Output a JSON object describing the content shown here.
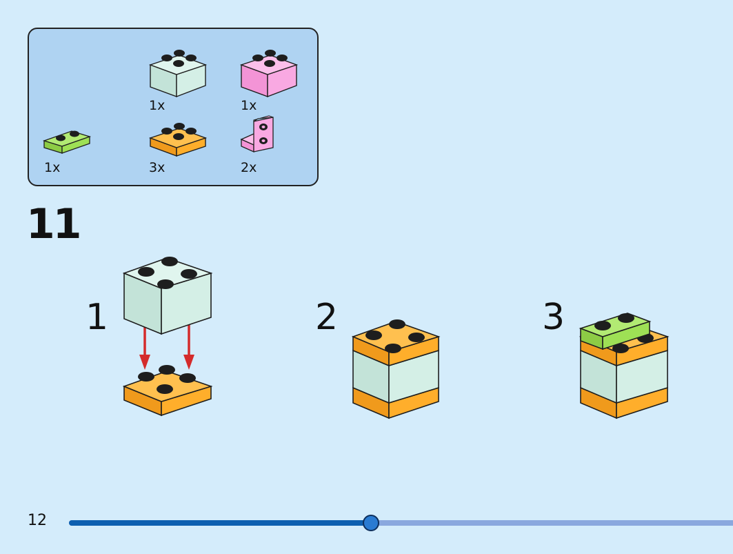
{
  "colors": {
    "background": "#d4ecfb",
    "parts_panel": "#afd3f2",
    "mint": "#d4efe6",
    "pink": "#f9a9e2",
    "lime": "#9ee055",
    "orange": "#ffae2b",
    "stud": "#1e1e1e",
    "arrow": "#d42b2b",
    "progress_fill": "#0d5fb0",
    "progress_track": "#8aa8de"
  },
  "parts": [
    {
      "name": "2x2 brick mint",
      "icon": "mint-2x2-brick-icon",
      "qty": "1x"
    },
    {
      "name": "2x2 brick pink",
      "icon": "pink-2x2-brick-icon",
      "qty": "1x"
    },
    {
      "name": "1x2 plate lime",
      "icon": "lime-1x2-plate-icon",
      "qty": "1x"
    },
    {
      "name": "2x2 plate orange",
      "icon": "orange-2x2-plate-icon",
      "qty": "3x"
    },
    {
      "name": "bracket pink",
      "icon": "pink-bracket-icon",
      "qty": "2x"
    }
  ],
  "step": {
    "number": "11",
    "substeps": [
      {
        "label": "1"
      },
      {
        "label": "2"
      },
      {
        "label": "3"
      }
    ]
  },
  "footer": {
    "page_number": "12",
    "progress_fraction": 0.455
  }
}
